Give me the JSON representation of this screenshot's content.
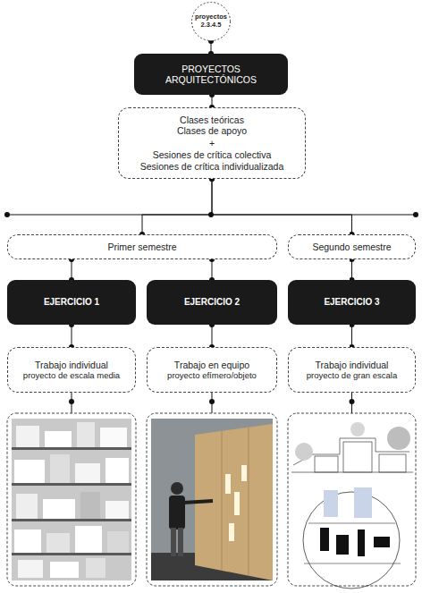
{
  "diagram": {
    "nodes": [
      {
        "text": [
          "proyectos 2.3.4.5"
        ]
      },
      {
        "text": [
          "PROYECTOS ARQUITECTÓNICOS"
        ]
      },
      {
        "text": [
          "Clases teóricas Clases de apoyo",
          "+",
          "Sesiones de crítica colectiva Sesiones de crítica individualizada"
        ]
      },
      {
        "text": [
          "Primer semestre"
        ]
      },
      {
        "text": [
          "Segundo semestre"
        ]
      },
      {
        "text": [
          "EJERCICIO 1"
        ]
      },
      {
        "text": [
          "EJERCICIO 2"
        ]
      },
      {
        "text": [
          "EJERCICIO 3"
        ]
      },
      {
        "text": [
          "Trabajo individual",
          "proyecto de escala media"
        ]
      },
      {
        "text": [
          "Trabajo en equipo",
          "proyecto efímero/objeto"
        ]
      },
      {
        "text": [
          "Trabajo individual",
          "proyecto de gran escala"
        ]
      }
    ],
    "edges": [
      {
        "from": 0,
        "to": 1,
        "arrow": "none"
      },
      {
        "from": 1,
        "to": 2,
        "arrow": "none"
      },
      {
        "from": 2,
        "to": 3,
        "arrow": "none"
      },
      {
        "from": 2,
        "to": 4,
        "arrow": "none"
      },
      {
        "from": 3,
        "to": 5,
        "arrow": "none"
      },
      {
        "from": 3,
        "to": 6,
        "arrow": "none"
      },
      {
        "from": 4,
        "to": 7,
        "arrow": "none"
      },
      {
        "from": 5,
        "to": 8,
        "arrow": "none"
      },
      {
        "from": 6,
        "to": 9,
        "arrow": "none"
      },
      {
        "from": 7,
        "to": 10,
        "arrow": "none"
      }
    ]
  }
}
